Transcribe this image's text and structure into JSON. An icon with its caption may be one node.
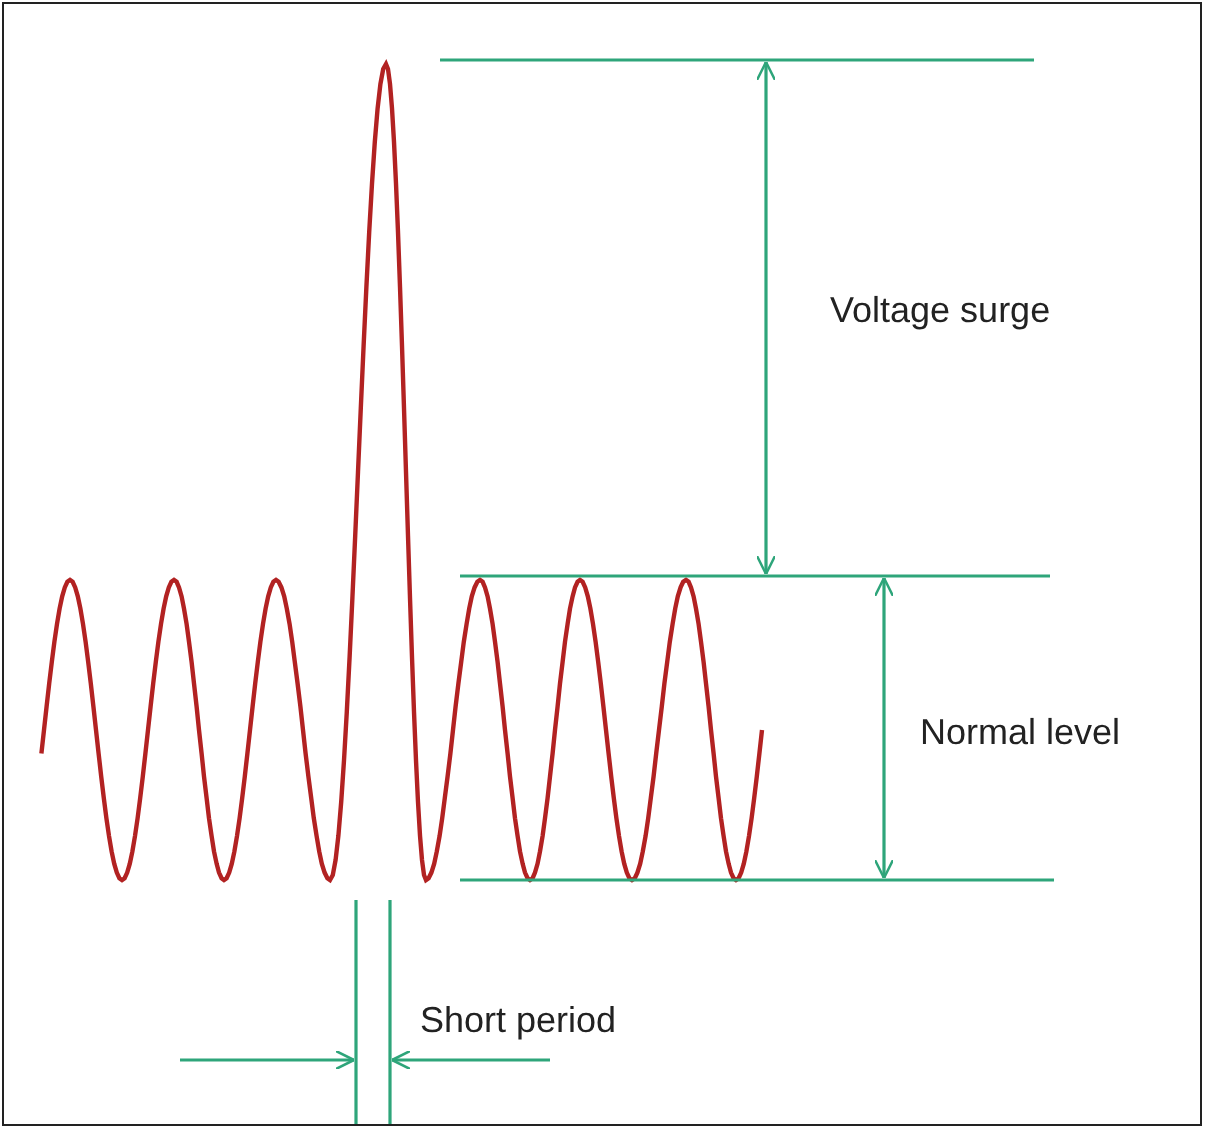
{
  "diagram": {
    "labels": [
      "Voltage surge",
      "Normal level",
      "Short period"
    ]
  }
}
